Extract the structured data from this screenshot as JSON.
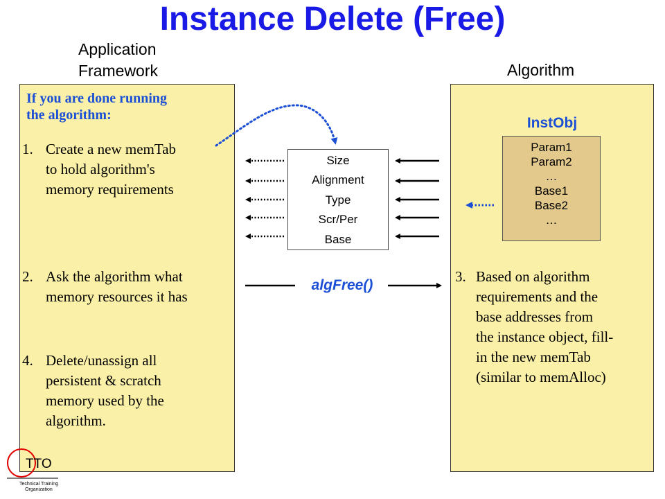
{
  "title": "Instance Delete (Free)",
  "labels": {
    "app_line1": "Application",
    "app_line2": "Framework",
    "algorithm": "Algorithm"
  },
  "app_panel": {
    "prompt_line1": "If you are done running",
    "prompt_line2": "the algorithm:",
    "step1": {
      "num": "1.",
      "lines": [
        "Create a new memTab",
        "to hold algorithm's",
        "memory requirements"
      ]
    },
    "step2": {
      "num": "2.",
      "lines": [
        "Ask the algorithm what",
        "memory resources it has"
      ]
    },
    "step4": {
      "num": "4.",
      "lines": [
        "Delete/unassign all",
        "persistent & scratch",
        "memory used by the",
        "algorithm."
      ]
    }
  },
  "memtab_fields": [
    "Size",
    "Alignment",
    "Type",
    "Scr/Per",
    "Base"
  ],
  "call_label": "algFree()",
  "alg_panel": {
    "instobj_title": "InstObj",
    "instobj_fields": [
      "Param1",
      "Param2",
      "…",
      "Base1",
      "Base2",
      "…"
    ],
    "step3": {
      "num": "3.",
      "lines": [
        "Based on algorithm",
        "requirements and the",
        "base addresses from",
        "the instance object, fill-",
        "in the new memTab",
        "(similar to memAlloc)"
      ]
    }
  },
  "logo": {
    "text": "TTO",
    "sub_line1": "Technical Training",
    "sub_line2": "Organization"
  },
  "colors": {
    "title": "#1a1ae6",
    "accent": "#1a4fd6",
    "panel": "#fbf0a8",
    "instobj": "#e3c98c",
    "dotted_arrow": "#1a4fd6",
    "logo_ring": "#e00000"
  },
  "icons": {
    "dotted_curve": "dotted-curved-arrow-icon",
    "memtab_arrows": "arrow-left-icon",
    "instobj_arrow": "dotted-arrow-left-icon",
    "call_arrow": "arrow-right-icon",
    "logo": "tto-logo-icon"
  }
}
